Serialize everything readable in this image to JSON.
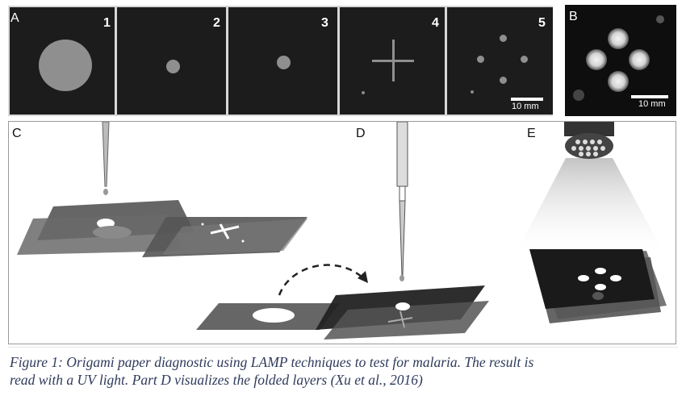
{
  "panel_a": {
    "label": "A",
    "subpanels": [
      "1",
      "2",
      "3",
      "4",
      "5"
    ],
    "scale_bar": "10 mm"
  },
  "panel_b": {
    "label": "B",
    "scale_bar": "10 mm"
  },
  "panel_c": {
    "label": "C"
  },
  "panel_d": {
    "label": "D"
  },
  "panel_e": {
    "label": "E"
  },
  "caption": {
    "line1": "Figure 1: Origami paper diagnostic using LAMP techniques to test for malaria. The result is",
    "line2": "read with a UV light. Part D visualizes the folded layers (Xu et al., 2016)"
  }
}
